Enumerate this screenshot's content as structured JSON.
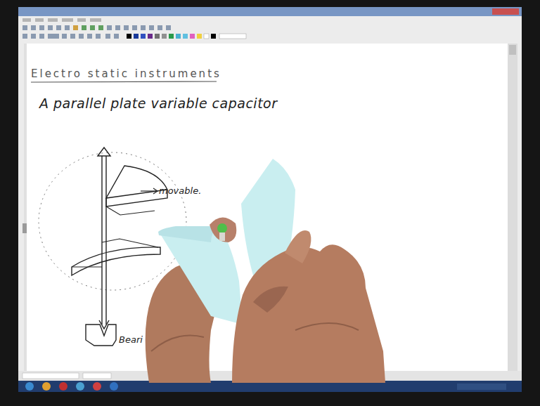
{
  "diagram": {
    "title": "Electro static instruments",
    "labels": [
      "A parallel plate variable capacitor",
      "movable.",
      "Beari"
    ]
  }
}
